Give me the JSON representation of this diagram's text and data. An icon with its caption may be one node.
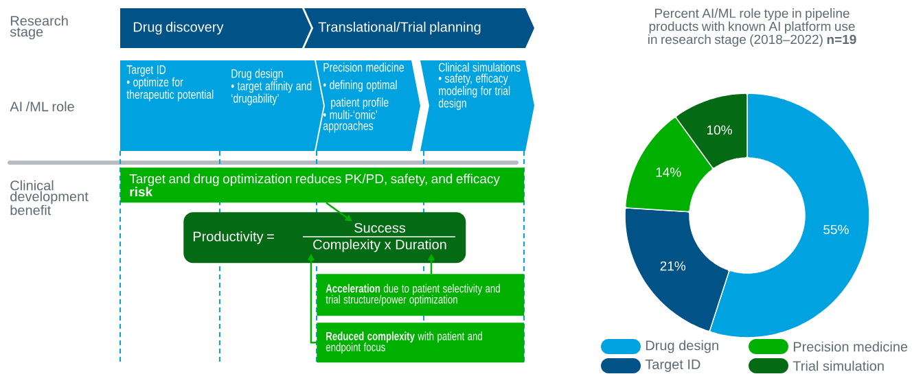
{
  "diagram": {
    "nodes": [
      {
        "text": [
          "Drug discovery"
        ]
      },
      {
        "text": [
          "Translational/Trial planning"
        ]
      },
      {
        "text": [
          "Target ID",
          "• optimize for therapeutic potential"
        ]
      },
      {
        "text": [
          "Drug design",
          "• target affinity and ‘drugability’"
        ]
      },
      {
        "text": [
          "Precision medicine",
          "• defining optimal patient profile",
          "• multi-‘omic’ approaches"
        ]
      },
      {
        "text": [
          "Clinical simulations",
          "• safety, efficacy modeling for trial design"
        ]
      },
      {
        "text": [
          "Target and drug optimization reduces PK/PD, safety, and efficacy **risk**"
        ]
      },
      {
        "text": [
          "Productivity ="
        ]
      },
      {
        "text": [
          "Success"
        ],
        "in": 7
      },
      {
        "text": [
          "Complexity x Duration"
        ],
        "in": 7
      },
      {
        "text": [
          "**Acceleration** due to patient selectivity and trial structure/power optimization"
        ]
      },
      {
        "text": [
          "**Reduced complexity** with patient and endpoint focus"
        ]
      }
    ],
    "edges": [
      {
        "from": 6,
        "to": 8,
        "arrow": "to"
      },
      {
        "from": 10,
        "to": 9,
        "arrow": "to"
      },
      {
        "from": 11,
        "to": 9,
        "arrow": "to"
      }
    ],
    "labels": [
      "Research stage",
      "AI /ML role",
      "Clinical development benefit"
    ],
    "legend": [
      {
        "text": "Drug design",
        "color": "#00a3e0"
      },
      {
        "text": "Precision medicine",
        "color": "#00b000"
      },
      {
        "text": "Target ID",
        "color": "#005287"
      },
      {
        "text": "Trial simulation",
        "color": "#046a14"
      }
    ],
    "chart_data": {
      "type": "donut",
      "title": "Percent AI/ML role type in pipeline products with known AI platform use in research stage (2018–2022) **n=19**",
      "values": [
        55,
        21,
        14,
        10
      ],
      "value_labels": [
        "55%",
        "21%",
        "14%",
        "10%"
      ]
    }
  }
}
